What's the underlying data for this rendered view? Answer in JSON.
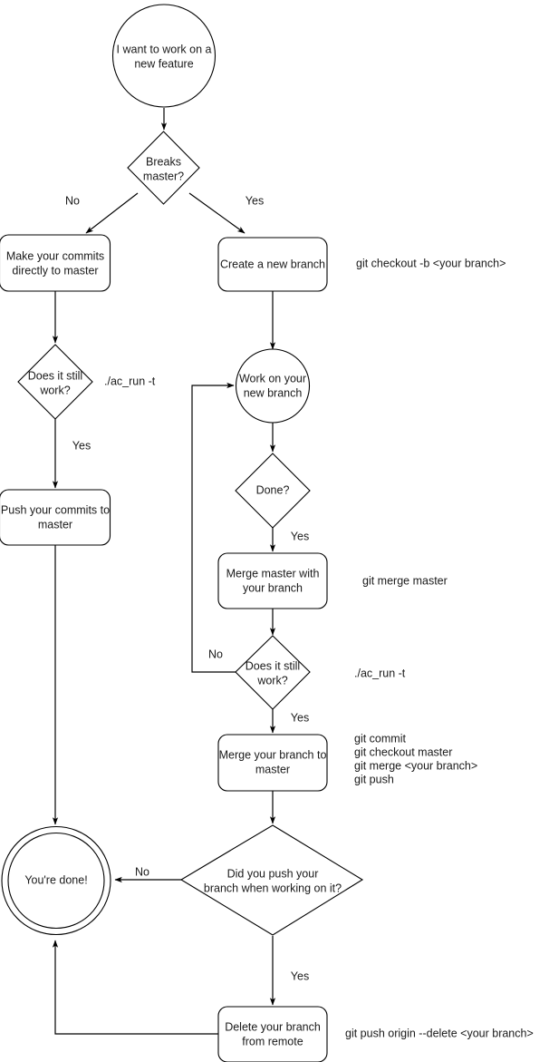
{
  "diagram": {
    "title": "Git branching workflow flowchart",
    "background_color": "#ffffff",
    "line_color": "#000000",
    "text_color": "#1a1a1a"
  },
  "nodes": {
    "start": {
      "shape": "circle",
      "line1": "I want to work on a",
      "line2": "new feature"
    },
    "breaks_master": {
      "shape": "diamond",
      "line1": "Breaks",
      "line2": "master?"
    },
    "make_commits": {
      "shape": "rounded-rect",
      "line1": "Make your commits",
      "line2": "directly to master"
    },
    "create_branch": {
      "shape": "rounded-rect",
      "line1": "Create a new branch",
      "line2": ""
    },
    "does_it_work_left": {
      "shape": "diamond",
      "line1": "Does it still",
      "line2": "work?"
    },
    "push_commits": {
      "shape": "rounded-rect",
      "line1": "Push your commits to",
      "line2": "master"
    },
    "work_on_branch": {
      "shape": "circle",
      "line1": "Work on your",
      "line2": "new branch"
    },
    "done_question": {
      "shape": "diamond",
      "line1": "Done?",
      "line2": ""
    },
    "merge_master_with_branch": {
      "shape": "rounded-rect",
      "line1": "Merge master with",
      "line2": "your branch"
    },
    "does_it_work_right": {
      "shape": "diamond",
      "line1": "Does it still",
      "line2": "work?"
    },
    "merge_branch_to_master": {
      "shape": "rounded-rect",
      "line1": "Merge your branch to",
      "line2": "master"
    },
    "did_you_push": {
      "shape": "diamond",
      "line1": "Did you push your",
      "line2": "branch when working on it?"
    },
    "youre_done": {
      "shape": "double-circle",
      "line1": "You're done!",
      "line2": ""
    },
    "delete_branch": {
      "shape": "rounded-rect",
      "line1": "Delete your branch",
      "line2": "from remote"
    }
  },
  "edge_labels": {
    "breaks_master_no": "No",
    "breaks_master_yes": "Yes",
    "does_it_work_left_yes": "Yes",
    "done_yes": "Yes",
    "does_it_work_right_no": "No",
    "does_it_work_right_yes": "Yes",
    "did_you_push_no": "No",
    "did_you_push_yes": "Yes"
  },
  "annotations": {
    "create_branch_cmd": "git checkout -b <your branch>",
    "does_it_work_left_cmd": "./ac_run -t",
    "merge_master_cmd": "git merge master",
    "does_it_work_right_cmd": "./ac_run -t",
    "merge_to_master_cmd_1": "git commit",
    "merge_to_master_cmd_2": "git checkout master",
    "merge_to_master_cmd_3": "git merge <your branch>",
    "merge_to_master_cmd_4": "git push",
    "delete_branch_cmd": "git push origin --delete <your branch>"
  }
}
